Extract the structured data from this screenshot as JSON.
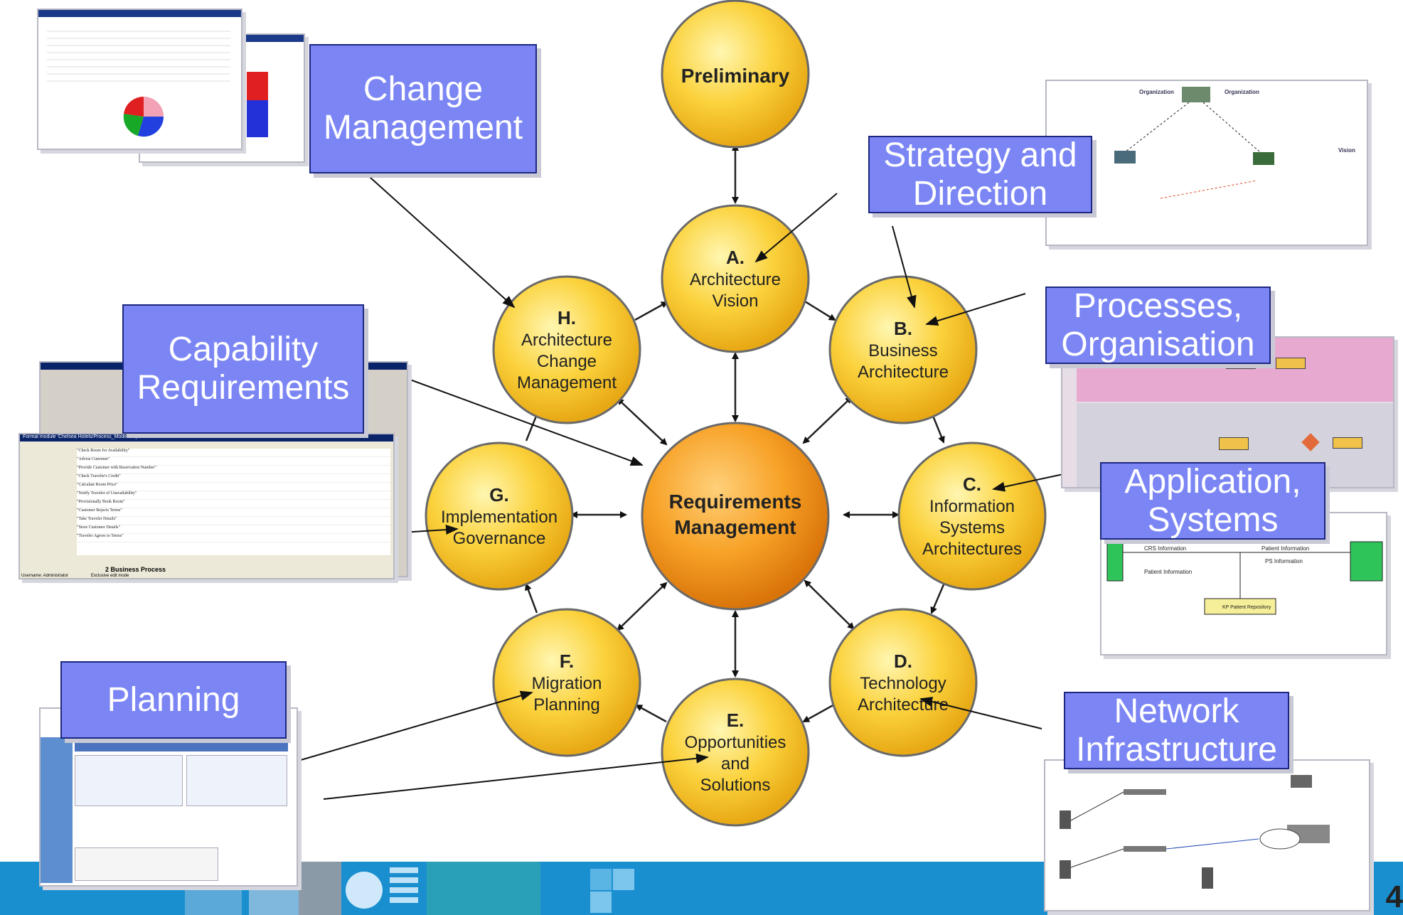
{
  "diagram": {
    "center": {
      "id": "req",
      "label": "Requirements\nManagement"
    },
    "preliminary": {
      "id": "prelim",
      "label": "Preliminary"
    },
    "phases": [
      {
        "id": "A",
        "letter": "A.",
        "label": "Architecture\nVision"
      },
      {
        "id": "B",
        "letter": "B.",
        "label": "Business\nArchitecture"
      },
      {
        "id": "C",
        "letter": "C.",
        "label": "Information\nSystems\nArchitectures"
      },
      {
        "id": "D",
        "letter": "D.",
        "label": "Technology\nArchitecture"
      },
      {
        "id": "E",
        "letter": "E.",
        "label": "Opportunities\nand\nSolutions"
      },
      {
        "id": "F",
        "letter": "F.",
        "label": "Migration\nPlanning"
      },
      {
        "id": "G",
        "letter": "G.",
        "label": "Implementation\nGovernance"
      },
      {
        "id": "H",
        "letter": "H.",
        "label": "Architecture\nChange\nManagement"
      }
    ]
  },
  "callouts": [
    {
      "id": "change-management",
      "label": "Change\nManagement"
    },
    {
      "id": "strategy-direction",
      "label": "Strategy and\nDirection"
    },
    {
      "id": "capability-requirements",
      "label": "Capability\nRequirements"
    },
    {
      "id": "processes-organisation",
      "label": "Processes,\nOrganisation"
    },
    {
      "id": "application-systems",
      "label": "Application,\nSystems"
    },
    {
      "id": "planning",
      "label": "Planning"
    },
    {
      "id": "network-infrastructure",
      "label": "Network\nInfrastructure"
    }
  ],
  "screenshots": {
    "capability": {
      "title": "Formal module 'Chelsea Hotels/Process_Model/Capabil...'",
      "rows": [
        "\"Check Room for Availability\"",
        "\"Advise Customer\"",
        "\"Provide Customer with Reservation Number\"",
        "\"Check Traveler's Credit\"",
        "\"Calculate Room Price\"",
        "\"Notify Traveler of Unavailability\"",
        "\"Provisionally Book Room\"",
        "\"Customer Rejects Terms\"",
        "\"Take Traveler Details\"",
        "\"Store Customer Details\"",
        "\"Traveler Agrees to Terms\""
      ],
      "section": "2 Business Process",
      "status": "Username: Administrator",
      "mode": "Exclusive edit mode"
    },
    "strategy": {
      "left": "Organization",
      "right": "Organization",
      "vision": "Vision"
    },
    "application": {
      "flow1": "CRS Information",
      "flow2": "Patient Information",
      "flow3": "Patient Information",
      "flow4": "PS Information",
      "box": "KP Patient Repository"
    }
  },
  "page_number": "4",
  "colors": {
    "phase_fill": "#f9c92a",
    "phase_stroke": "#666666",
    "center_fill": "#f59a1c",
    "callout_fill": "#7b86f4",
    "callout_border": "#1d2780",
    "banner": "#1a8fd0"
  }
}
